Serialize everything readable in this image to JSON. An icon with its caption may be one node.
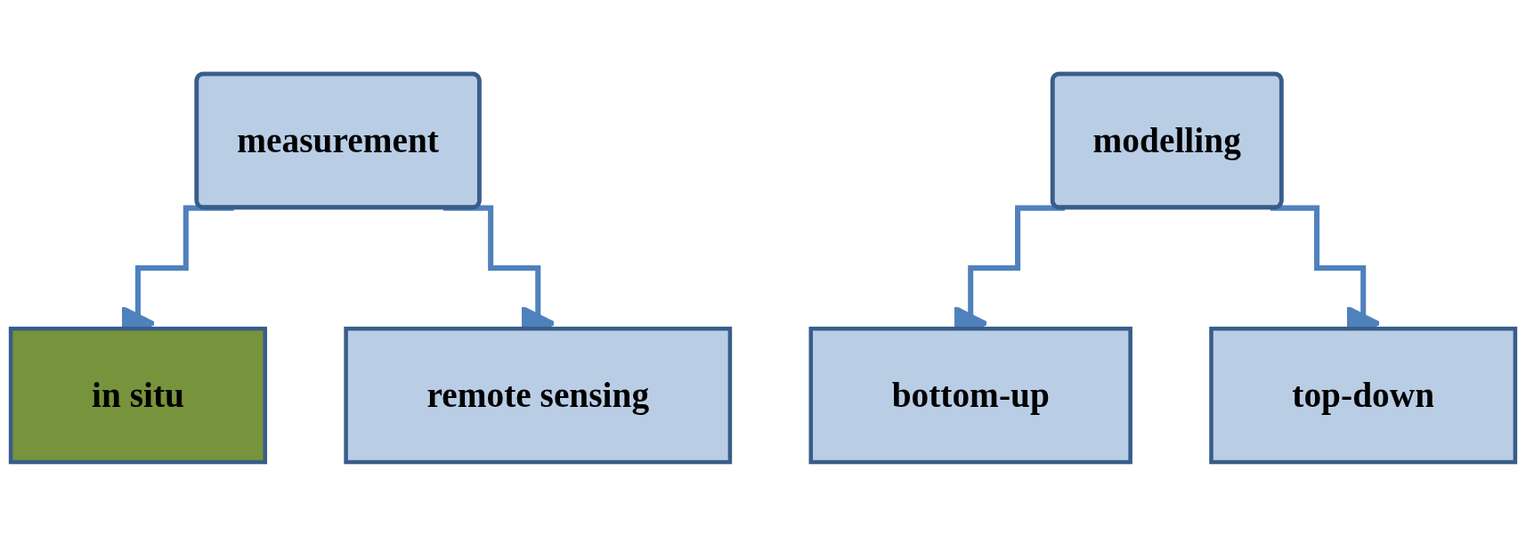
{
  "diagram": {
    "nodes": [
      {
        "text": [
          "measurement"
        ]
      },
      {
        "text": [
          "in situ"
        ]
      },
      {
        "text": [
          "remote sensing"
        ]
      },
      {
        "text": [
          "modelling"
        ]
      },
      {
        "text": [
          "bottom-up"
        ]
      },
      {
        "text": [
          "top-down"
        ]
      }
    ],
    "edges": [
      {
        "from": 0,
        "to": 1,
        "arrow": "to"
      },
      {
        "from": 0,
        "to": 2,
        "arrow": "to"
      },
      {
        "from": 3,
        "to": 4,
        "arrow": "to"
      },
      {
        "from": 3,
        "to": 5,
        "arrow": "to"
      }
    ]
  }
}
